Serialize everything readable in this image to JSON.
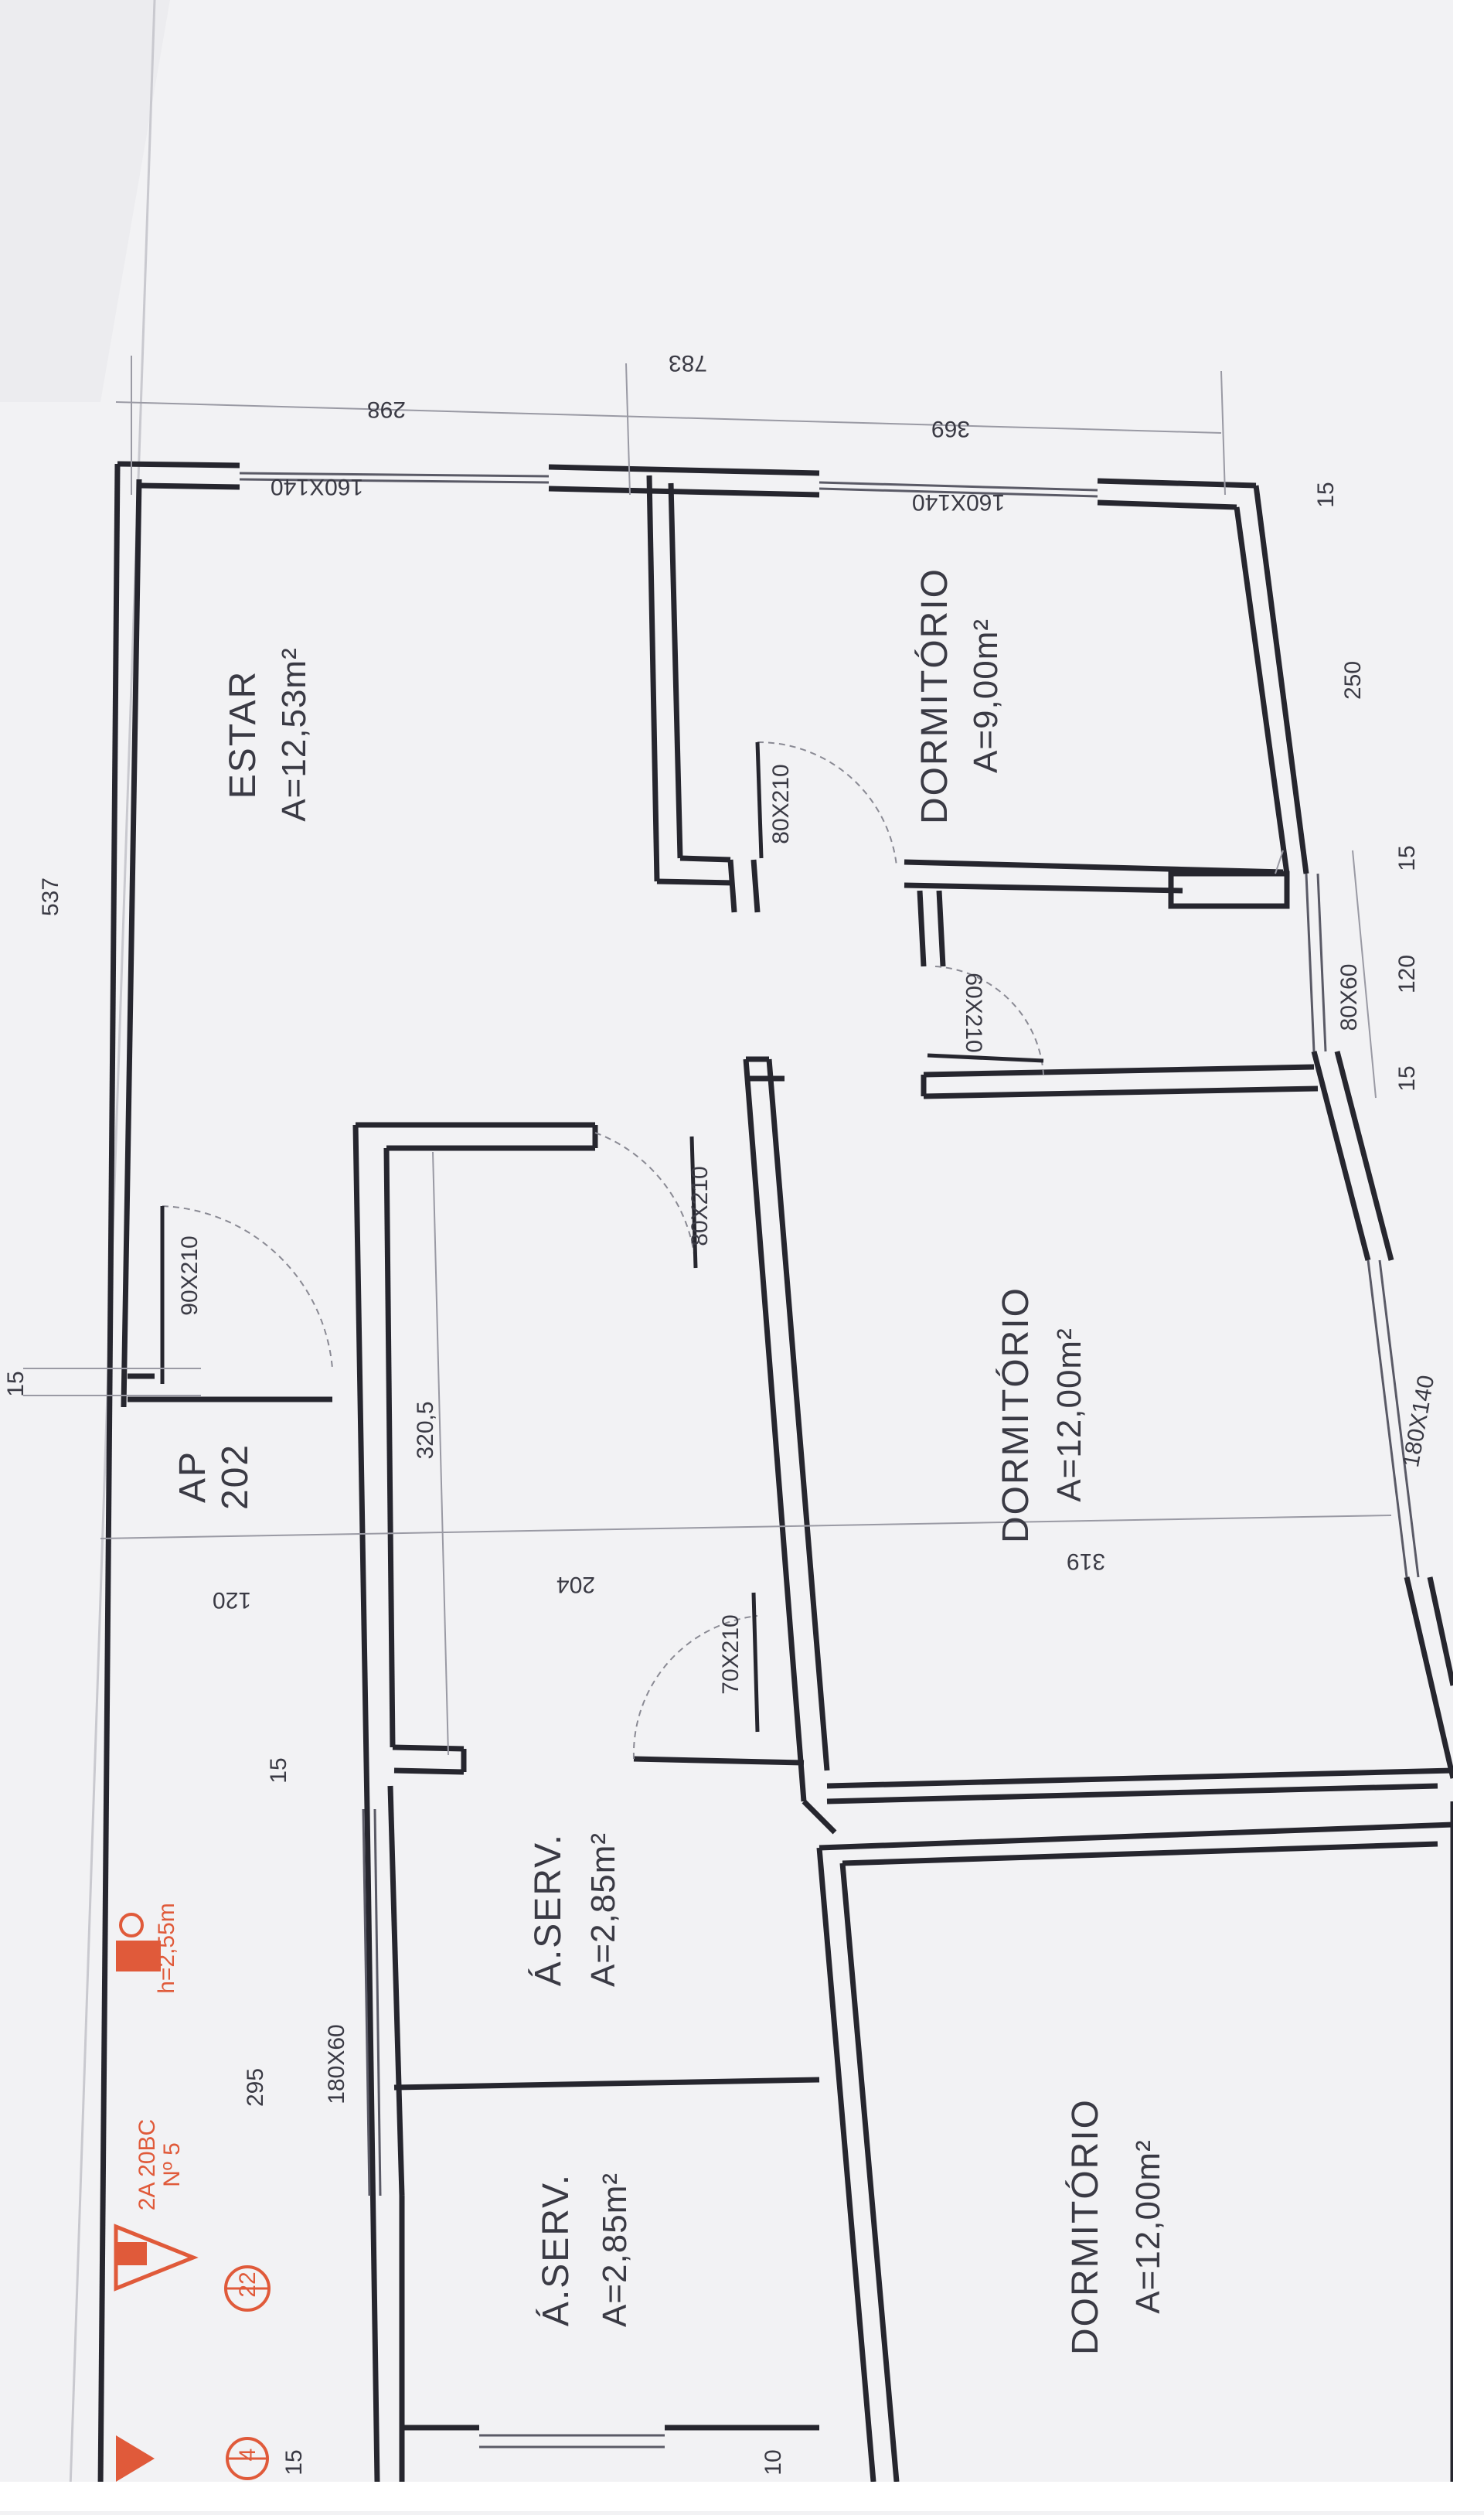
{
  "plan": {
    "unit_label": "AP 202",
    "unit_name": "AP",
    "unit_number": "202",
    "rooms": [
      {
        "id": "estar",
        "name": "ESTAR",
        "area": "A=12,53m²"
      },
      {
        "id": "dorm1",
        "name": "DORMITÓRIO",
        "area": "A=9,00m²"
      },
      {
        "id": "dorm2",
        "name": "DORMITÓRIO",
        "area": "A=12,00m²"
      },
      {
        "id": "dorm3",
        "name": "DORMITÓRIO",
        "area": "A=12,00m²"
      },
      {
        "id": "aserv1",
        "name": "Á.SERV.",
        "area": "A=2,85m²"
      },
      {
        "id": "aserv2",
        "name": "Á.SERV.",
        "area": "A=2,85m²"
      }
    ],
    "openings": {
      "door_entry": "90X210",
      "door_bath": "80X210",
      "door_dorm1": "80X210",
      "door_hall": "60X210",
      "door_service": "70X210",
      "win_estar": "160X140",
      "win_dorm1": "160X140",
      "win_dorm2": "180X140",
      "win_bath": "80X60",
      "win_service": "180X60"
    },
    "dimensions": {
      "d537": "537",
      "d298": "298",
      "d369": "369",
      "d783": "783",
      "d295": "295",
      "d120": "120",
      "d204": "204",
      "d319": "319",
      "d320": "320,5",
      "d250": "250",
      "d120b": "120",
      "d15a": "15",
      "d15b": "15",
      "d15c": "15",
      "d15d": "15",
      "d15e": "15",
      "d15f": "15",
      "d10": "10"
    },
    "annotations": {
      "ref_tag": "2A 20BC",
      "ref_no": "Nº 5",
      "ceiling_height": "h=2,55m",
      "symbol_1": "22",
      "symbol_2": "4"
    },
    "colors": {
      "wall": "#26262e",
      "paper": "#f2f2f4",
      "markup": "#e05a3a"
    }
  }
}
